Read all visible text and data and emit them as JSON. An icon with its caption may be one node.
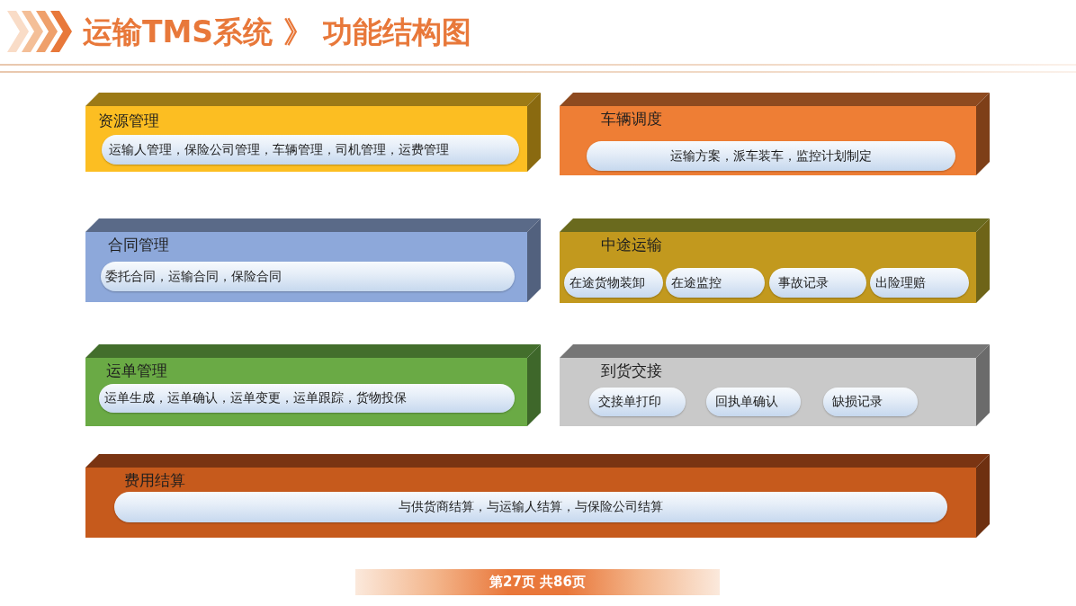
{
  "diagram": {
    "title": "运输TMS系统 》 功能结构图",
    "nodes": [
      {
        "text": [
          "资源管理"
        ]
      },
      {
        "text": [
          "运输人管理，保险公司管理，车辆管理，司机管理，运费管理"
        ],
        "in": 0
      },
      {
        "text": [
          "车辆调度"
        ]
      },
      {
        "text": [
          "运输方案，派车装车，监控计划制定"
        ],
        "in": 2
      },
      {
        "text": [
          "合同管理"
        ]
      },
      {
        "text": [
          "委托合同，运输合同，保险合同"
        ],
        "in": 4
      },
      {
        "text": [
          "中途运输"
        ]
      },
      {
        "text": [
          "在途货物装卸"
        ],
        "in": 6
      },
      {
        "text": [
          "在途监控"
        ],
        "in": 6
      },
      {
        "text": [
          "事故记录"
        ],
        "in": 6
      },
      {
        "text": [
          "出险理赔"
        ],
        "in": 6
      },
      {
        "text": [
          "运单管理"
        ]
      },
      {
        "text": [
          "运单生成，运单确认，运单变更，运单跟踪，货物投保"
        ],
        "in": 11
      },
      {
        "text": [
          "到货交接"
        ]
      },
      {
        "text": [
          "交接单打印"
        ],
        "in": 13
      },
      {
        "text": [
          "回执单确认"
        ],
        "in": 13
      },
      {
        "text": [
          "缺损记录"
        ],
        "in": 13
      },
      {
        "text": [
          "费用结算"
        ]
      },
      {
        "text": [
          "与供货商结算，与运输人结算，与保险公司结算"
        ],
        "in": 17
      },
      {
        "text": [
          "第27页 共86页"
        ]
      }
    ]
  }
}
